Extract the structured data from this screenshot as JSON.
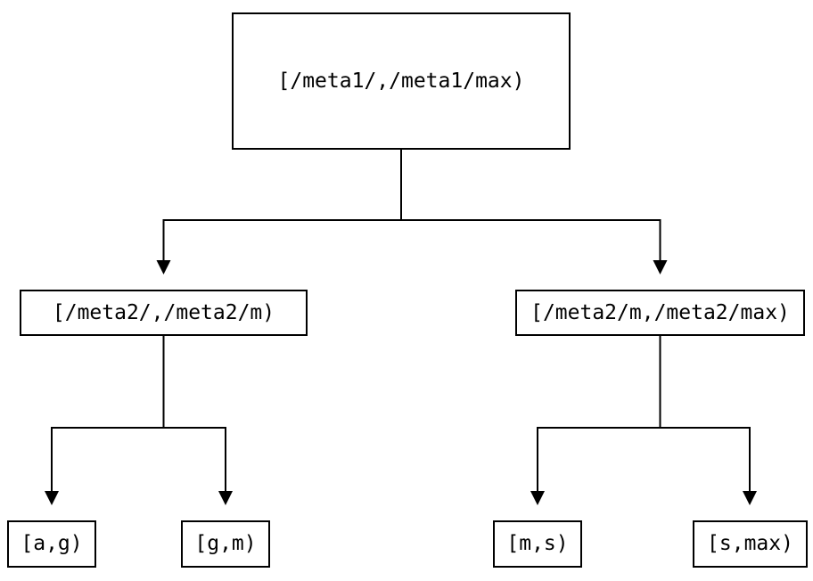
{
  "diagram": {
    "type": "tree",
    "description": "Key-range interval split tree",
    "colors": {
      "background": "#ffffff",
      "line": "#000000",
      "text": "#000000",
      "node_fill": "#ffffff"
    },
    "nodes": {
      "root": {
        "id": "root",
        "label": "[/meta1/,/meta1/max)"
      },
      "left": {
        "id": "left",
        "label": "[/meta2/,/meta2/m)"
      },
      "right": {
        "id": "right",
        "label": "[/meta2/m,/meta2/max)"
      },
      "leaf_ag": {
        "id": "leaf_ag",
        "label": "[a,g)"
      },
      "leaf_gm": {
        "id": "leaf_gm",
        "label": "[g,m)"
      },
      "leaf_ms": {
        "id": "leaf_ms",
        "label": "[m,s)"
      },
      "leaf_smax": {
        "id": "leaf_smax",
        "label": "[s,max)"
      }
    },
    "edges": [
      {
        "from": "root",
        "to": "left",
        "arrow": "down"
      },
      {
        "from": "root",
        "to": "right",
        "arrow": "down"
      },
      {
        "from": "left",
        "to": "leaf_ag",
        "arrow": "down"
      },
      {
        "from": "left",
        "to": "leaf_gm",
        "arrow": "down"
      },
      {
        "from": "right",
        "to": "leaf_ms",
        "arrow": "down"
      },
      {
        "from": "right",
        "to": "leaf_smax",
        "arrow": "down"
      }
    ]
  }
}
